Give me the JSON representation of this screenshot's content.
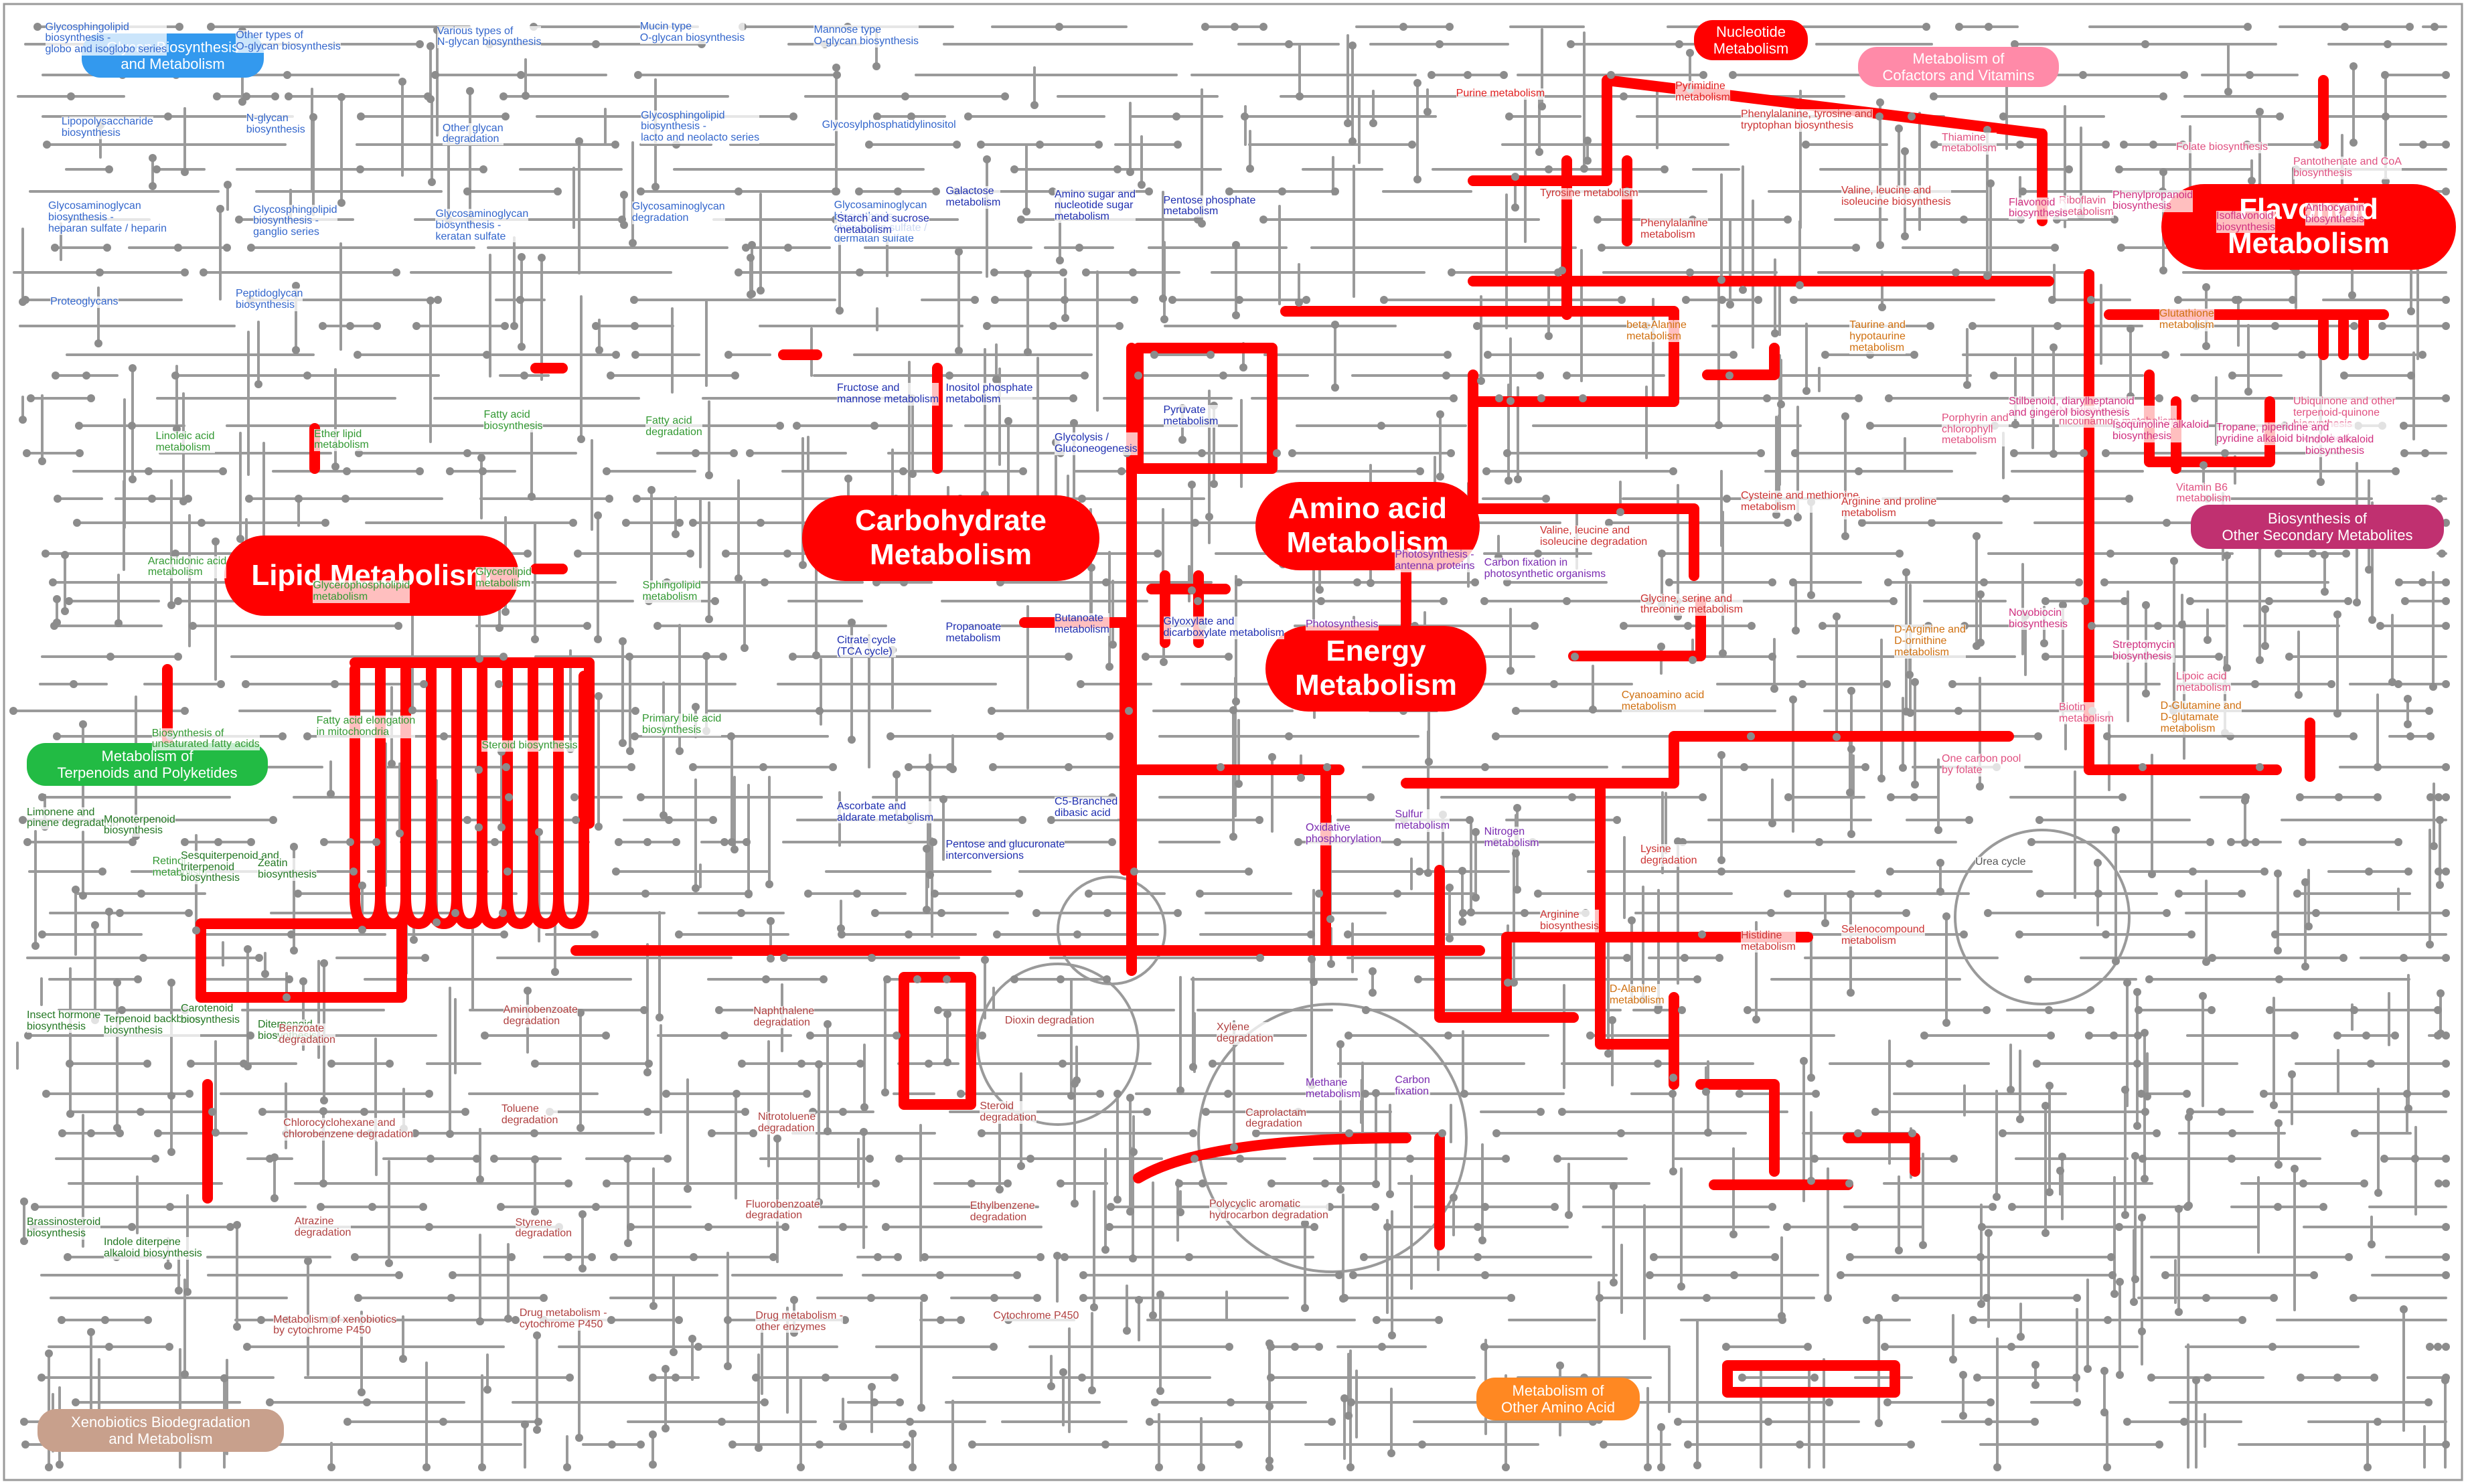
{
  "categories": {
    "lipid": {
      "label": "Lipid Metabolism",
      "color": "#ff0000"
    },
    "carbohydrate": {
      "label": "Carbohydrate\nMetabolism",
      "color": "#ff0000"
    },
    "amino_acid": {
      "label": "Amino acid\nMetabolism",
      "color": "#ff0000"
    },
    "energy": {
      "label": "Energy\nMetabolism",
      "color": "#ff0000"
    },
    "flavonoid": {
      "label": "Flavonoid\nMetabolism",
      "color": "#ff0000"
    },
    "nucleotide": {
      "label": "Nucleotide\nMetabolism",
      "color": "#ff0000"
    },
    "glycan": {
      "label": "Glycan Biosynthesis\nand Metabolism",
      "color": "#3399ee"
    },
    "cofactors": {
      "label": "Metabolism of\nCofactors and Vitamins",
      "color": "#ff8aa8"
    },
    "terpenoids": {
      "label": "Metabolism of\nTerpenoids and Polyketides",
      "color": "#22bb44"
    },
    "secondary": {
      "label": "Biosynthesis of\nOther Secondary Metabolites",
      "color": "#c03070"
    },
    "other_amino": {
      "label": "Metabolism of\nOther Amino Acid",
      "color": "#ff8822"
    },
    "xenobiotics": {
      "label": "Xenobiotics Biodegradation\nand Metabolism",
      "color": "#c8a08c"
    }
  },
  "pathways": {
    "glycan": [
      "Glycosphingolipid\nbiosynthesis -\nglobo and isoglobo series",
      "Other types of\nO-glycan biosynthesis",
      "Various types of\nN-glycan biosynthesis",
      "Mucin type\nO-glycan biosynthesis",
      "Mannose type\nO-glycan biosynthesis",
      "Lipopolysaccharide\nbiosynthesis",
      "N-glycan\nbiosynthesis",
      "Other glycan\ndegradation",
      "Glycosphingolipid\nbiosynthesis -\nlacto and neolacto series",
      "Glycosylphosphatidylinositol",
      "Glycosaminoglycan\nbiosynthesis -\nheparan sulfate / heparin",
      "Glycosphingolipid\nbiosynthesis -\nganglio series",
      "Glycosaminoglycan\nbiosynthesis -\nkeratan sulfate",
      "Glycosaminoglycan\ndegradation",
      "Glycosaminoglycan\nbiosynthesis -\nchondroitin sulfate /\ndermatan sulfate",
      "Proteoglycans",
      "Peptidoglycan\nbiosynthesis"
    ],
    "lipid": [
      "Linoleic acid\nmetabolism",
      "Ether lipid\nmetabolism",
      "Fatty acid\nbiosynthesis",
      "Fatty acid\ndegradation",
      "Arachidonic acid\nmetabolism",
      "Glycerophospholipid\nmetabolism",
      "Glycerolipid\nmetabolism",
      "Sphingolipid\nmetabolism",
      "Biosynthesis of\nunsaturated fatty acids",
      "Fatty acid elongation\nin mitochondria",
      "Steroid biosynthesis",
      "Primary bile acid\nbiosynthesis",
      "Retinol\nmetabolism"
    ],
    "carbohydrate": [
      "Starch and sucrose\nmetabolism",
      "Galactose\nmetabolism",
      "Amino sugar and\nnucleotide sugar\nmetabolism",
      "Pentose phosphate\nmetabolism",
      "Fructose and\nmannose metabolism",
      "Inositol phosphate\nmetabolism",
      "Glycolysis /\nGluconeogenesis",
      "Pyruvate\nmetabolism",
      "Citrate cycle\n(TCA cycle)",
      "Propanoate\nmetabolism",
      "Butanoate\nmetabolism",
      "Glyoxylate and\ndicarboxylate metabolism",
      "Ascorbate and\naldarate metabolism",
      "Pentose and glucuronate\ninterconversions",
      "C5-Branched\ndibasic acid"
    ],
    "amino_acid": [
      "Tyrosine metabolism",
      "Phenylalanine\nmetabolism",
      "Phenylalanine, tyrosine and\ntryptophan biosynthesis",
      "Valine, leucine and\nisoleucine biosynthesis",
      "Valine, leucine and\nisoleucine degradation",
      "Glycine, serine and\nthreonine metabolism",
      "Cysteine and methionine\nmetabolism",
      "Arginine and proline\nmetabolism",
      "Arginine\nbiosynthesis",
      "Lysine\ndegradation",
      "Histidine\nmetabolism",
      "Selenocompound\nmetabolism"
    ],
    "energy": [
      "Photosynthesis",
      "Photosynthesis -\nantenna proteins",
      "Carbon fixation in\nphotosynthetic organisms",
      "Oxidative\nphosphorylation",
      "Sulfur\nmetabolism",
      "Nitrogen\nmetabolism",
      "Methane\nmetabolism",
      "Carbon\nfixation"
    ],
    "nucleotide": [
      "Purine metabolism",
      "Pyrimidine\nmetabolism"
    ],
    "cofactors": [
      "Thiamine\nmetabolism",
      "Riboflavin\nmetabolism",
      "Folate biosynthesis",
      "Pantothenate and CoA\nbiosynthesis",
      "Porphyrin and\nchlorophyll\nmetabolism",
      "Nicotinate and\nnicotinamide metabolism",
      "Vitamin B6\nmetabolism",
      "Ubiquinone and other\nterpenoid-quinone\nbiosynthesis",
      "One carbon pool\nby folate",
      "Biotin\nmetabolism",
      "Lipoic acid\nmetabolism"
    ],
    "secondary": [
      "Flavonoid\nbiosynthesis",
      "Phenylpropanoid\nbiosynthesis",
      "Isoflavonoid\nbiosynthesis",
      "Anthocyanin\nbiosynthesis",
      "Stilbenoid, diarylheptanoid\nand gingerol biosynthesis",
      "Isoquinoline alkaloid\nbiosynthesis",
      "Tropane, piperidine and\npyridine alkaloid biosynthesis",
      "Indole alkaloid\nbiosynthesis",
      "Novobiocin\nbiosynthesis",
      "Streptomycin\nbiosynthesis"
    ],
    "terpenoids": [
      "Limonene and\npinene degradation",
      "Monoterpenoid\nbiosynthesis",
      "Sesquiterpenoid and\ntriterpenoid\nbiosynthesis",
      "Zeatin\nbiosynthesis",
      "Insect hormone\nbiosynthesis",
      "Terpenoid backbone\nbiosynthesis",
      "Carotenoid\nbiosynthesis",
      "Diterpenoid\nbiosynthesis",
      "Brassinosteroid\nbiosynthesis",
      "Indole diterpene\nalkaloid biosynthesis"
    ],
    "xenobiotics": [
      "Benzoate\ndegradation",
      "Aminobenzoate\ndegradation",
      "Naphthalene\ndegradation",
      "Dioxin degradation",
      "Xylene\ndegradation",
      "Chlorocyclohexane and\nchlorobenzene degradation",
      "Toluene\ndegradation",
      "Nitrotoluene\ndegradation",
      "Steroid\ndegradation",
      "Caprolactam\ndegradation",
      "Atrazine\ndegradation",
      "Styrene\ndegradation",
      "Fluorobenzoate\ndegradation",
      "Ethylbenzene\ndegradation",
      "Polycyclic aromatic\nhydrocarbon degradation",
      "Metabolism of xenobiotics\nby cytochrome P450",
      "Drug metabolism -\ncytochrome P450",
      "Drug metabolism -\nother enzymes",
      "Cytochrome P450"
    ],
    "other_amino": [
      "beta-Alanine\nmetabolism",
      "Taurine and\nhypotaurine\nmetabolism",
      "Glutathione\nmetabolism",
      "Cyanoamino acid\nmetabolism",
      "D-Arginine and\nD-ornithine\nmetabolism",
      "D-Glutamine and\nD-glutamate\nmetabolism",
      "D-Alanine\nmetabolism"
    ],
    "misc": [
      "Urea cycle"
    ]
  }
}
